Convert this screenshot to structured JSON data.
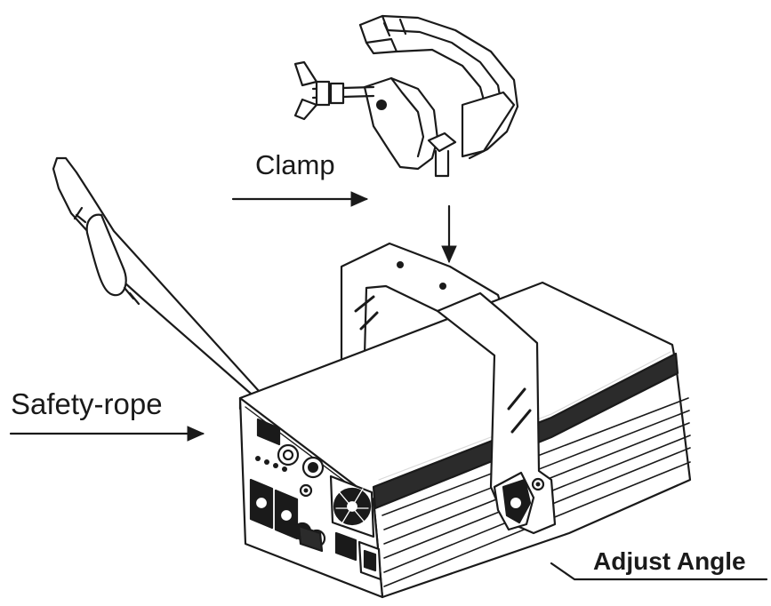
{
  "labels": {
    "clamp": "Clamp",
    "safety_rope": "Safety-rope",
    "adjust_angle": "Adjust Angle"
  },
  "colors": {
    "line": "#1a1a1a",
    "fill": "#ffffff",
    "shade": "#2b2b2b",
    "light_shade": "#d9d9d9"
  },
  "icons": {
    "clamp": "clamp-icon",
    "device": "laser-fixture-icon",
    "bracket": "mounting-bracket-icon",
    "knob": "angle-knob-icon"
  }
}
